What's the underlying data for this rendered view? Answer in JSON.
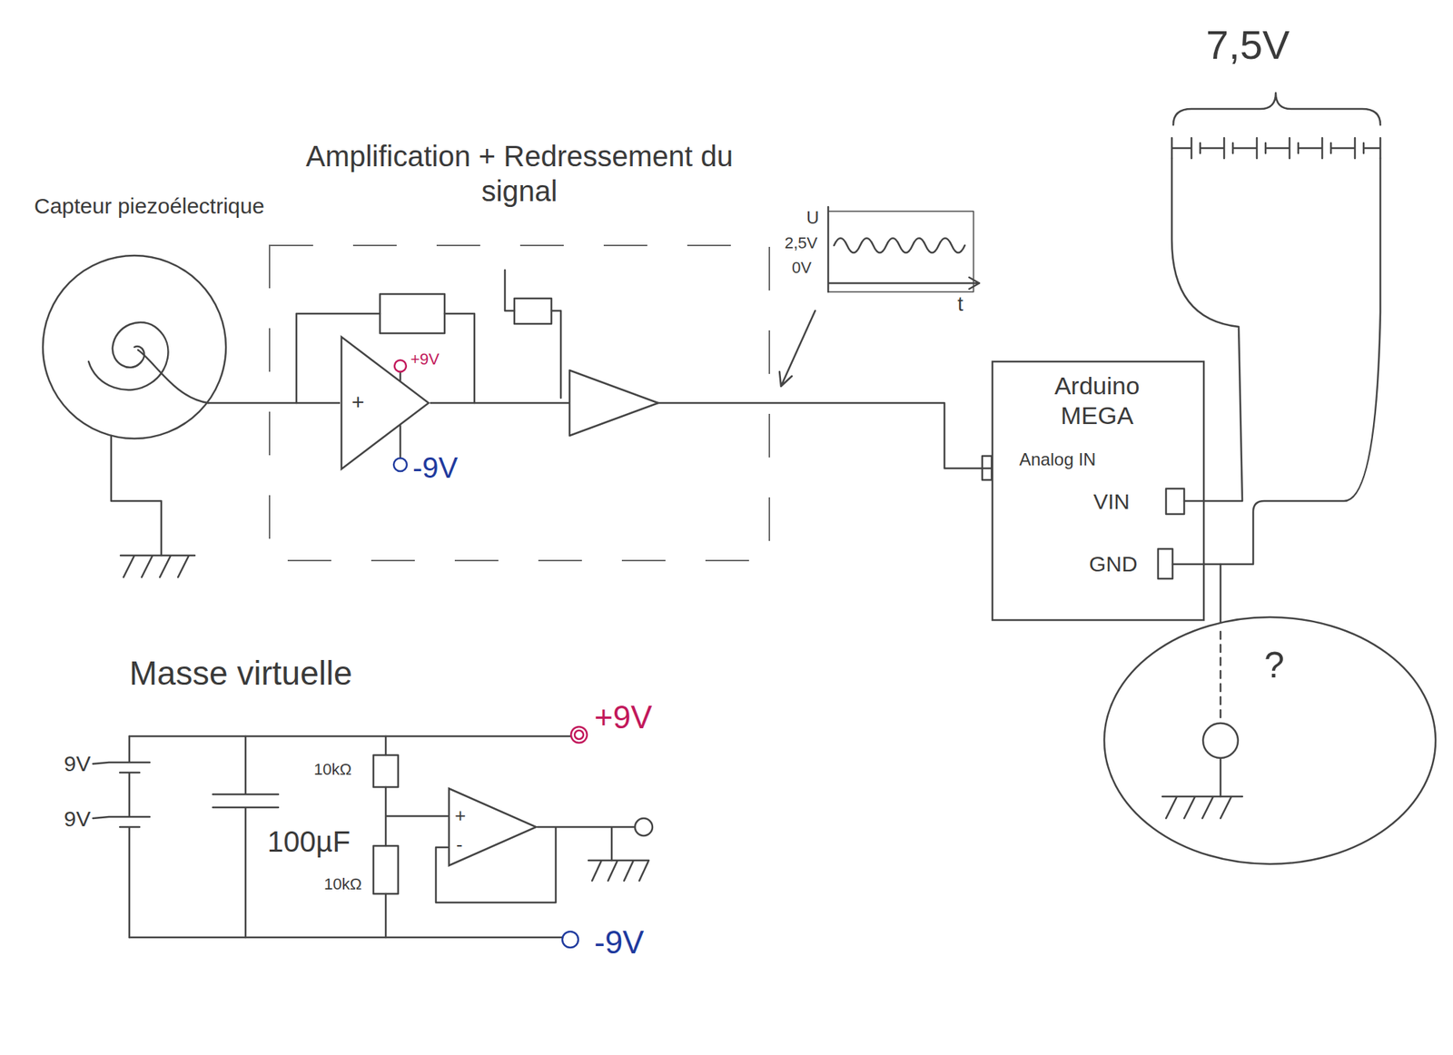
{
  "diagram": {
    "nodes": [
      {
        "text": [
          "Capteur piezoélectrique"
        ]
      },
      {
        "text": [
          "Amplification + Redressement du signal"
        ]
      },
      {
        "text": [
          "+"
        ],
        "in": 1
      },
      {
        "text": [
          "Arduino MEGA",
          "Analog IN",
          "VIN",
          "GND"
        ]
      },
      {
        "text": [
          "?"
        ]
      },
      {
        "text": [
          "+",
          "-"
        ]
      }
    ],
    "edges": [
      {
        "from": 0,
        "to": 2,
        "arrow": "none"
      },
      {
        "from": 2,
        "to": 3,
        "arrow": "none"
      },
      {
        "from": 3,
        "to": 4,
        "arrow": "none"
      }
    ],
    "labels": [
      "+9V",
      "-9V",
      "U",
      "2,5V",
      "0V",
      "t",
      "7,5V",
      "Masse virtuelle",
      "9V",
      "9V",
      "10kΩ",
      "10kΩ",
      "100µF",
      "+9V",
      "-9V"
    ]
  }
}
